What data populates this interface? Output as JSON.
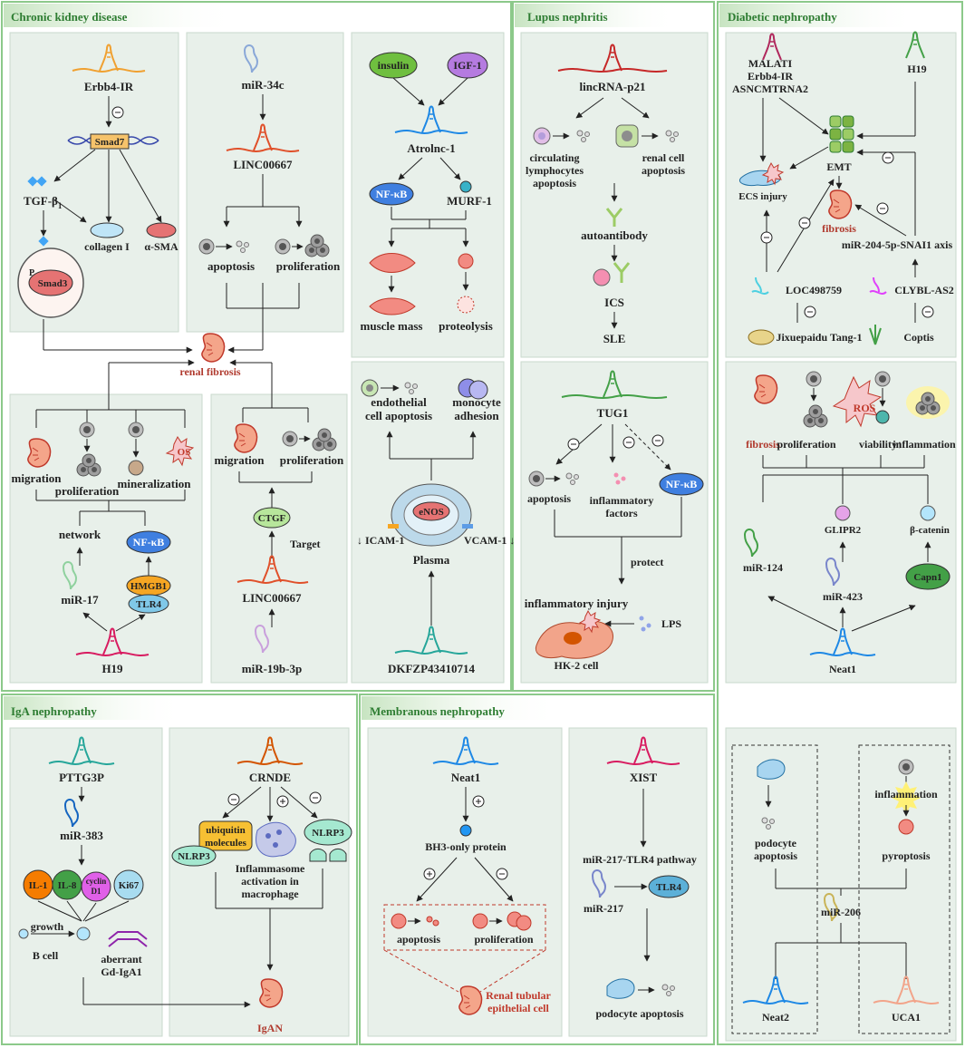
{
  "colors": {
    "panel_border": "#8cc98a",
    "header_fill": "#dcefd8",
    "box_fill": "#e8f0ea",
    "fibrosis_red": "#b03a2e",
    "kidney": "#f1a58d",
    "cell_grey": "#7b7b7b"
  },
  "sections": {
    "ckd": "Chronic kidney disease",
    "lupus": "Lupus nephritis",
    "diabetic": "Diabetic nephropathy",
    "iga": "IgA nephropathy",
    "membranous": "Membranous nephropathy"
  },
  "ckd": {
    "erbb4": "Erbb4-IR",
    "smad7": "Smad7",
    "tgf": "TGF-β",
    "tgf_sub": "1",
    "collagen": "collagen I",
    "asma": "α-SMA",
    "smad3": "Smad3",
    "p": "P",
    "mir34c": "miR-34c",
    "linc1": "LINC00667",
    "apoptosis": "apoptosis",
    "proliferation": "proliferation",
    "insulin": "insulin",
    "igf1": "IGF-1",
    "atrolnc": "Atrolnc-1",
    "nfkb": "NF-κB",
    "murf": "MURF-1",
    "muscle": "muscle mass",
    "proteolysis": "proteolysis",
    "renal_fibrosis": "renal fibrosis",
    "migration": "migration",
    "proliferation2": "proliferation",
    "mineralization": "mineralization",
    "os": "OS",
    "network": "network",
    "nfkb2": "NF-κB",
    "mir17": "miR-17",
    "hmgb1": "HMGB1",
    "tlr4": "TLR4",
    "h19": "H19",
    "migration2": "migration",
    "proliferation3": "proliferation",
    "ctgf": "CTGF",
    "target": "Target",
    "linc2": "LINC00667",
    "mir19b": "miR-19b-3p",
    "endo": "endothelial",
    "endo2": "cell apoptosis",
    "mono": "monocyte",
    "mono2": "adhesion",
    "enos": "eNOS",
    "icam": "↓ ICAM-1",
    "vcam": "VCAM-1 ↓",
    "plasma": "Plasma",
    "dkfzp": "DKFZP43410714"
  },
  "lupus": {
    "lincp21": "lincRNA-p21",
    "circ1": "circulating",
    "circ2": "lymphocytes",
    "circ3": "apoptosis",
    "renal1": "renal cell",
    "renal2": "apoptosis",
    "autoantibody": "autoantibody",
    "ics": "ICS",
    "sle": "SLE",
    "tug1": "TUG1",
    "apoptosis": "apoptosis",
    "infl1": "inflammatory",
    "infl2": "factors",
    "nfkb": "NF-κB",
    "protect": "protect",
    "injury": "inflammatory injury",
    "lps": "LPS",
    "hk2": "HK-2 cell"
  },
  "diabetic": {
    "malat": "MALATI",
    "erbb4": "Erbb4-IR",
    "asnc": "ASNCMTRNA2",
    "h19": "H19",
    "emt": "EMT",
    "ecs": "ECS injury",
    "fibrosis": "fibrosis",
    "axis": "miR-204-5p-SNAI1 axis",
    "loc": "LOC498759",
    "clybl": "CLYBL-AS2",
    "jix": "Jixuepaidu Tang-1",
    "coptis": "Coptis",
    "fibrosis2": "fibrosis",
    "proliferation": "proliferation",
    "ros": "ROS",
    "viability": "viability↑",
    "inflammation": "inflammation",
    "mir124": "miR-124",
    "glipr2": "GLIPR2",
    "bcat": "β-catenin",
    "mir423": "miR-423",
    "capn1": "Capn1",
    "neat1": "Neat1",
    "podo1": "podocyte",
    "podo2": "apoptosis",
    "infl": "inflammation",
    "pyro": "pyroptosis",
    "mir206": "miR-206",
    "neat2": "Neat2",
    "uca1": "UCA1"
  },
  "iga": {
    "pttg3p": "PTTG3P",
    "mir383": "miR-383",
    "il1": "IL-1",
    "il8": "IL-8",
    "cyclin1": "cyclin",
    "cyclin2": "D1",
    "ki67": "Ki67",
    "growth": "growth",
    "bcell": "B cell",
    "aberrant": "aberrant",
    "gd": "Gd-IgA1",
    "crnde": "CRNDE",
    "ubi1": "ubiquitin",
    "ubi2": "molecules",
    "nlrp3a": "NLRP3",
    "nlrp3b": "NLRP3",
    "infla1": "Inflammasome",
    "infla2": "activation in",
    "infla3": "macrophage",
    "igan": "IgAN"
  },
  "membranous": {
    "neat1": "Neat1",
    "bh3": "BH3-only protein",
    "apoptosis": "apoptosis",
    "proliferation": "proliferation",
    "rtec1": "Renal tubular",
    "rtec2": "epithelial cell",
    "xist": "XIST",
    "pathway": "miR-217-TLR4 pathway",
    "mir217": "miR-217",
    "tlr4": "TLR4",
    "podo": "podocyte apoptosis"
  }
}
